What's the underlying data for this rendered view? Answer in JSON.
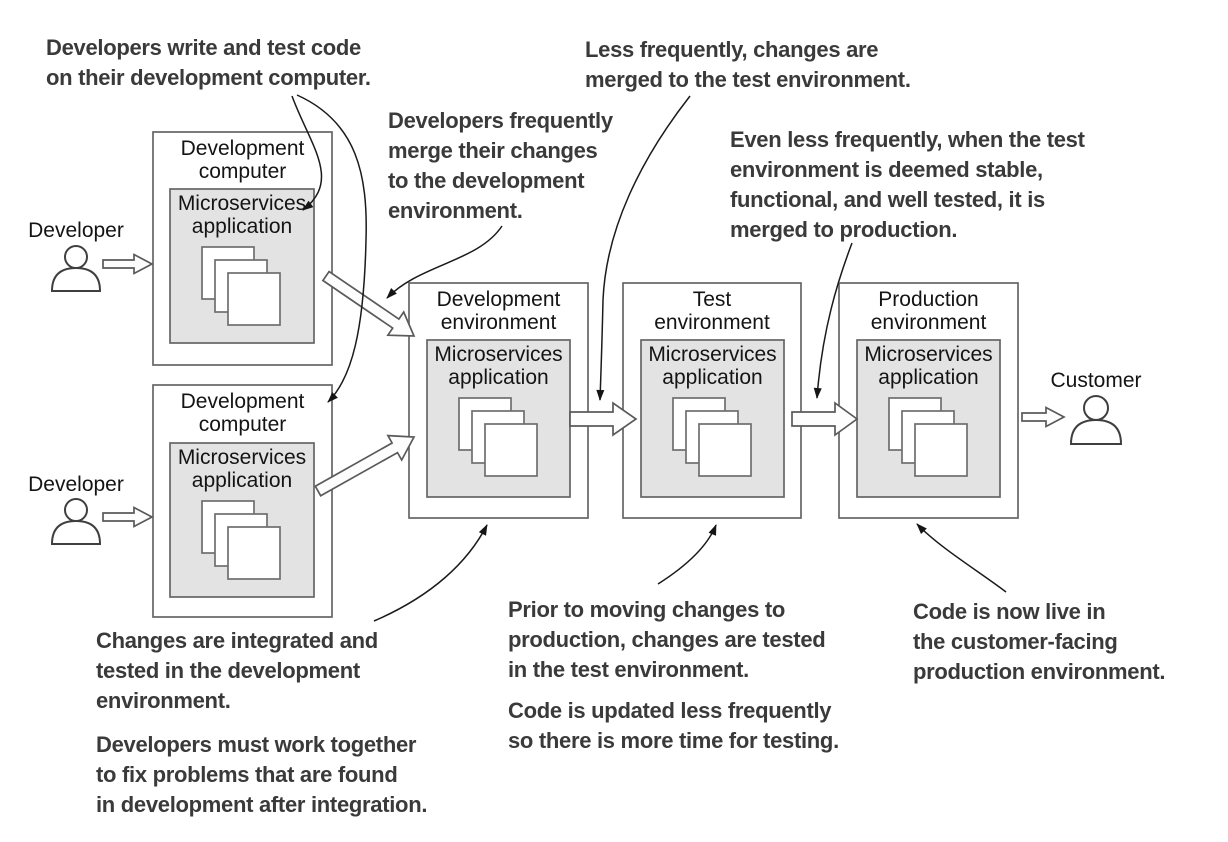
{
  "boxes": {
    "computer1": {
      "title": "Development\ncomputer"
    },
    "computer2": {
      "title": "Development\ncomputer"
    },
    "dev_env": {
      "title": "Development\nenvironment"
    },
    "test_env": {
      "title": "Test\nenvironment"
    },
    "prod_env": {
      "title": "Production\nenvironment"
    }
  },
  "app_label": "Microservices\napplication",
  "actors": {
    "developer1": "Developer",
    "developer2": "Developer",
    "customer": "Customer"
  },
  "annotations": {
    "write_test": "Developers write and test code\non their development computer.",
    "merge_dev_env": "Developers frequently\nmerge their changes\nto the development\nenvironment.",
    "merge_test_env": "Less frequently, changes are\nmerged to the test environment.",
    "merge_prod": "Even less frequently, when the test\nenvironment is deemed stable,\nfunctional, and well tested, it is\nmerged to production.",
    "integrated": "Changes are integrated and\ntested in the development\nenvironment.",
    "work_together": "Developers must work together\nto fix problems that are found\nin development  after integration.",
    "prior_testing": "Prior to moving changes to\nproduction, changes are tested\nin the test environment.",
    "updated_less": "Code is updated less frequently\nso there is more time for testing.",
    "live": "Code is now live in\nthe customer-facing\nproduction environment."
  },
  "colors": {
    "box_fill": "#ffffff",
    "inner_box_fill": "#e3e3e3",
    "box_stroke": "#666666",
    "annotation_text": "#3a3a3a",
    "label_text": "#141414",
    "arrow_line": "#1a1a1a"
  }
}
